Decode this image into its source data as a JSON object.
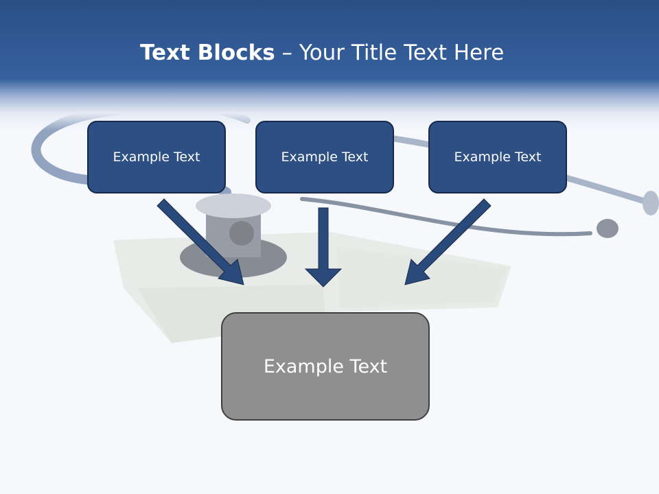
{
  "slide": {
    "title_bold": "Text Blocks",
    "title_separator": " – ",
    "title_rest": "Your Title Text Here"
  },
  "diagram": {
    "top_blocks": [
      {
        "label": "Example Text"
      },
      {
        "label": "Example Text"
      },
      {
        "label": "Example Text"
      }
    ],
    "target_block": {
      "label": "Example Text"
    },
    "colors": {
      "header": "#2a4f86",
      "block_fill": "#2d4f83",
      "block_border": "#17294a",
      "target_fill": "#8f8f8f",
      "target_border": "#3f3f3f",
      "arrow": "#2b4a7c"
    },
    "background_image": "stethoscope-on-banknotes"
  }
}
